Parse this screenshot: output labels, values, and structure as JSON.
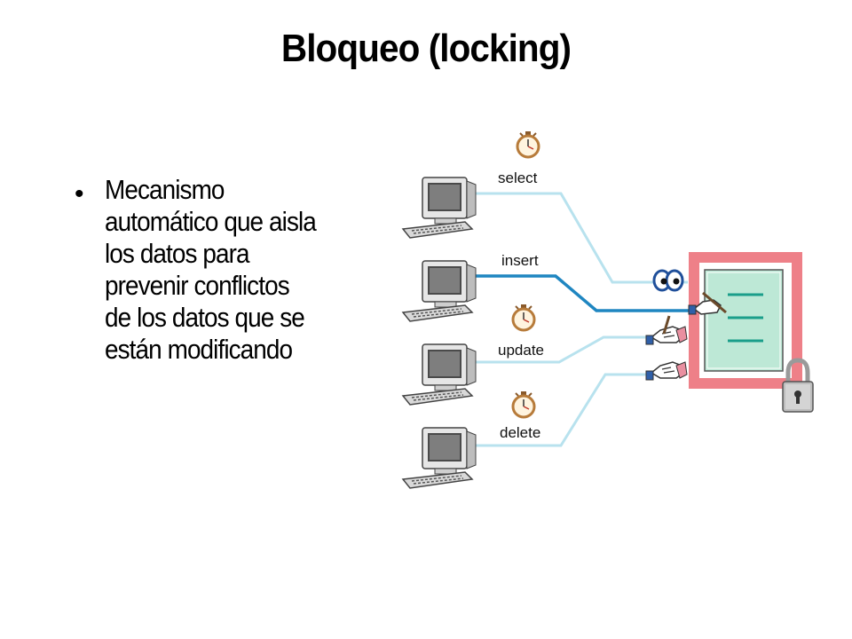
{
  "slide": {
    "title": "Bloqueo (locking)",
    "bullet_lines": [
      "Mecanismo",
      "automático que aisla",
      "los datos para",
      "prevenir conflictos",
      "de los datos que se",
      "están modificando"
    ]
  },
  "diagram": {
    "operations": [
      {
        "label": "select",
        "state": "waiting",
        "icon": "stopwatch-icon"
      },
      {
        "label": "insert",
        "state": "active",
        "icon": "none"
      },
      {
        "label": "update",
        "state": "waiting",
        "icon": "stopwatch-icon"
      },
      {
        "label": "delete",
        "state": "waiting",
        "icon": "stopwatch-icon"
      }
    ],
    "colors": {
      "line_waiting": "#b8e2ee",
      "line_active": "#1f86c1",
      "lock_frame": "#ee8088",
      "document": "#bde8d6",
      "document_lines": "#1a9e8a"
    }
  }
}
